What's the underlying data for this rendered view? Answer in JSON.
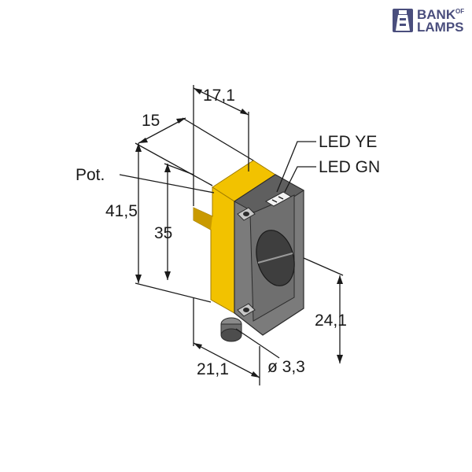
{
  "logo": {
    "bank": "BANK",
    "of": "OF",
    "lamps": "LAMPS"
  },
  "dimensions": {
    "width_top": "17,1",
    "depth": "15",
    "pot_label": "Pot.",
    "height_total": "41,5",
    "height_inner": "35",
    "led_ye": "LED YE",
    "led_gn": "LED GN",
    "lens_height": "24,1",
    "width_bottom": "21,1",
    "cable_diameter": "ø 3,3"
  },
  "colors": {
    "housing_yellow": "#f2c200",
    "housing_yellow_dark": "#c99a00",
    "face_gray": "#7b7b7b",
    "face_dark": "#3e3e3e",
    "logo_blue": "#4a4e7d"
  }
}
